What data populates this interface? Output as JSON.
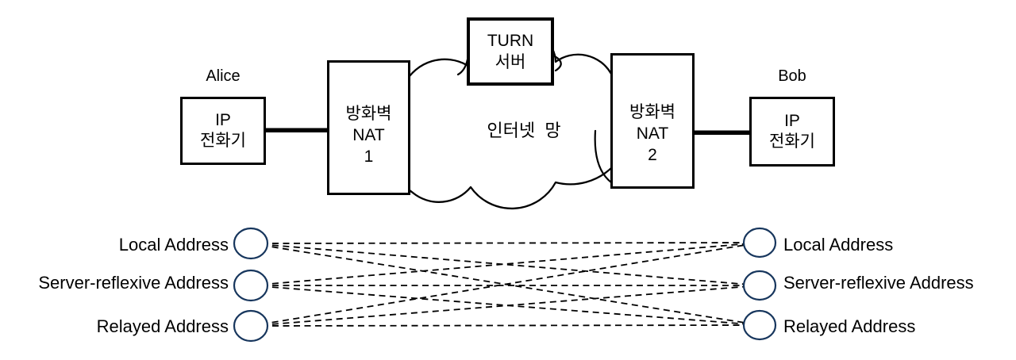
{
  "nodes": {
    "alice": "Alice",
    "bob": "Bob",
    "phone_left": {
      "line1": "IP",
      "line2": "전화기"
    },
    "phone_right": {
      "line1": "IP",
      "line2": "전화기"
    },
    "nat1": {
      "line1": "방화벽",
      "line2": "NAT",
      "line3": "1"
    },
    "nat2": {
      "line1": "방화벽",
      "line2": "NAT",
      "line3": "2"
    },
    "turn": {
      "line1": "TURN",
      "line2": "서버"
    },
    "internet": "인터넷  망"
  },
  "addresses": {
    "left": [
      "Local Address",
      "Server-reflexive Address",
      "Relayed Address"
    ],
    "right": [
      "Local Address",
      "Server-reflexive Address",
      "Relayed Address"
    ]
  },
  "mesh": {
    "connections": [
      [
        0,
        0
      ],
      [
        0,
        1
      ],
      [
        0,
        2
      ],
      [
        1,
        0
      ],
      [
        1,
        1
      ],
      [
        1,
        2
      ],
      [
        2,
        0
      ],
      [
        2,
        1
      ],
      [
        2,
        2
      ]
    ]
  },
  "colors": {
    "stroke": "#000000",
    "endpoint_stroke": "#17365D",
    "background": "#ffffff"
  }
}
